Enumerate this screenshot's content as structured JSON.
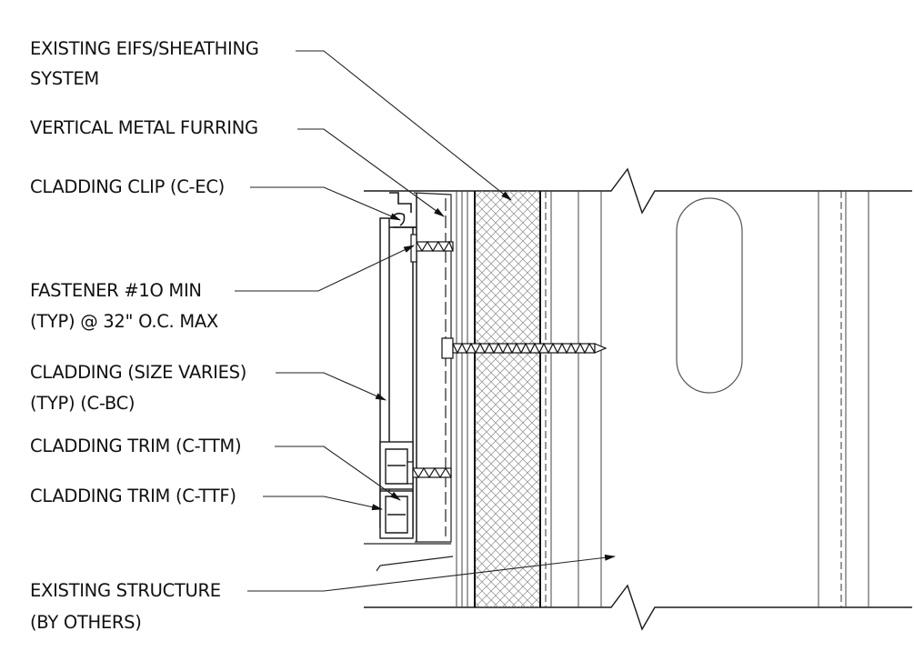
{
  "labels": {
    "eifs_line1": "EXISTING EIFS/SHEATHING",
    "eifs_line2": "SYSTEM",
    "furring": "VERTICAL METAL FURRING",
    "clip": "CLADDING CLIP (C-EC)",
    "fastener_line1": "FASTENER #1O MIN",
    "fastener_line2": "(TYP) @ 32\" O.C. MAX",
    "cladding_line1": "CLADDING (SIZE VARIES)",
    "cladding_line2": "(TYP) (C-BC)",
    "trim_ttm": "CLADDING TRIM (C-TTM)",
    "trim_ttf": "CLADDING TRIM (C-TTF)",
    "structure_line1": "EXISTING STRUCTURE",
    "structure_line2": "(BY OTHERS)"
  },
  "colors": {
    "line": "#1a1a1a",
    "hatch": "#777777",
    "leader": "#222222"
  }
}
